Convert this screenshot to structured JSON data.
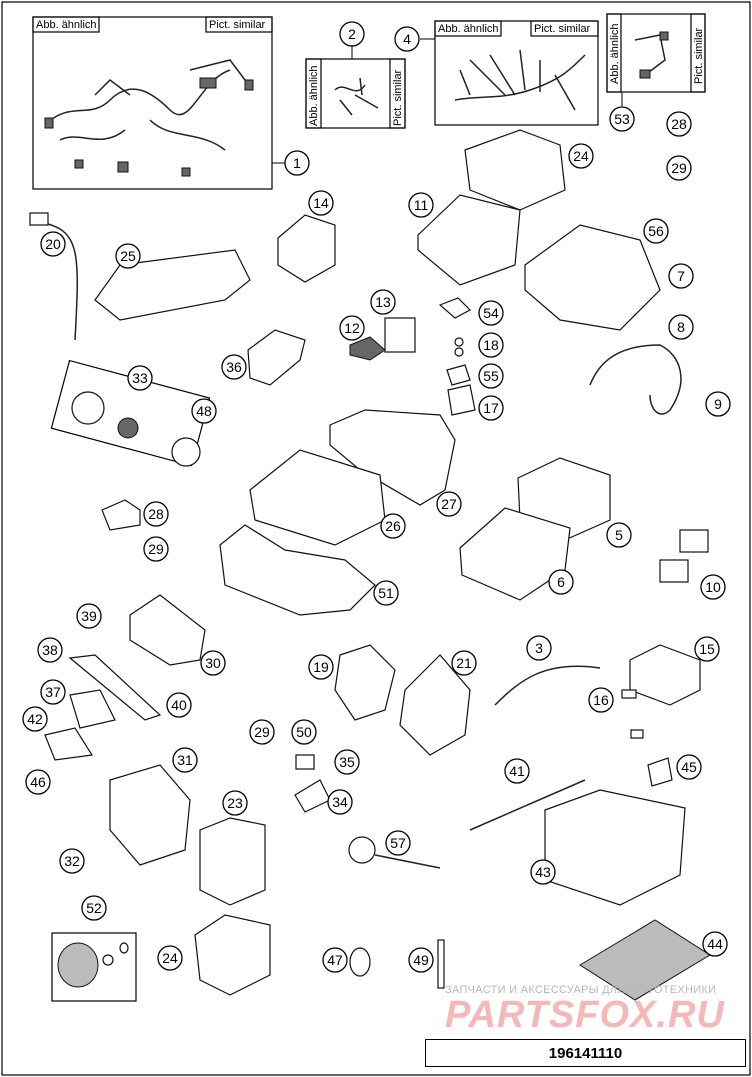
{
  "diagram": {
    "picture_labels": {
      "german": "Abb. ähnlich",
      "english": "Pict. similar"
    },
    "callouts": [
      "1",
      "2",
      "4",
      "53",
      "28",
      "29",
      "24",
      "11",
      "56",
      "7",
      "20",
      "25",
      "14",
      "13",
      "12",
      "54",
      "18",
      "55",
      "17",
      "8",
      "9",
      "36",
      "33",
      "48",
      "27",
      "26",
      "5",
      "6",
      "10",
      "28",
      "29",
      "51",
      "39",
      "30",
      "38",
      "40",
      "37",
      "42",
      "46",
      "31",
      "32",
      "19",
      "21",
      "3",
      "15",
      "16",
      "29",
      "50",
      "35",
      "34",
      "41",
      "45",
      "57",
      "23",
      "43",
      "52",
      "24",
      "47",
      "49",
      "44"
    ],
    "watermark": {
      "tagline": "ЗАПЧАСТИ И АКСЕССУАРЫ ДЛЯ МОТОТЕХНИКИ",
      "brand": "PARTSFOX.RU"
    },
    "drawing_number": "196141110"
  }
}
